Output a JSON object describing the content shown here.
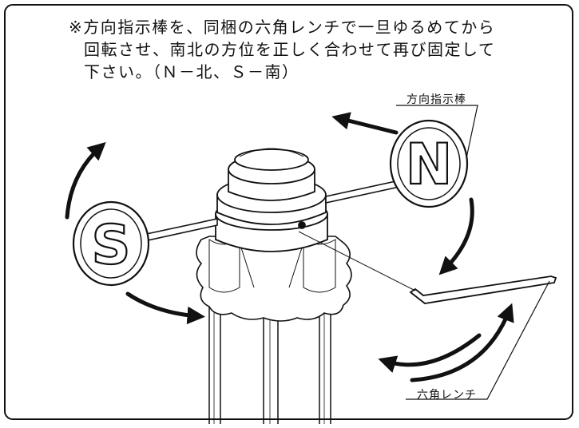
{
  "instruction": {
    "line1": "※方向指示棒を、同梱の六角レンチで一旦ゆるめてから",
    "line2": "回転させ、南北の方位を正しく合わせて再び固定して",
    "line3": "下さい。（Ｎ－北、Ｓ－南）"
  },
  "labels": {
    "direction_rod": "方向指示棒",
    "hex_wrench": "六角レンチ"
  },
  "emblems": {
    "north": "N",
    "south": "S"
  },
  "colors": {
    "ink": "#111111",
    "background": "#ffffff"
  }
}
